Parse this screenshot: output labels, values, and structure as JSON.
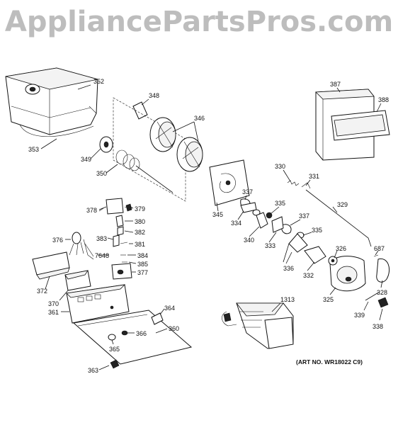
{
  "watermark": "AppliancePartsPros.com",
  "art_number": "(ART NO. WR18022 C9)",
  "parts": [
    {
      "id": "352",
      "label": "352"
    },
    {
      "id": "348",
      "label": "348"
    },
    {
      "id": "346",
      "label": "346"
    },
    {
      "id": "353",
      "label": "353"
    },
    {
      "id": "349",
      "label": "349"
    },
    {
      "id": "350",
      "label": "350"
    },
    {
      "id": "387",
      "label": "387"
    },
    {
      "id": "388",
      "label": "388"
    },
    {
      "id": "330",
      "label": "330"
    },
    {
      "id": "331",
      "label": "331"
    },
    {
      "id": "329",
      "label": "329"
    },
    {
      "id": "337a",
      "label": "337"
    },
    {
      "id": "335a",
      "label": "335"
    },
    {
      "id": "337b",
      "label": "337"
    },
    {
      "id": "335b",
      "label": "335"
    },
    {
      "id": "345",
      "label": "345"
    },
    {
      "id": "334",
      "label": "334"
    },
    {
      "id": "340",
      "label": "340"
    },
    {
      "id": "333",
      "label": "333"
    },
    {
      "id": "336",
      "label": "336"
    },
    {
      "id": "332",
      "label": "332"
    },
    {
      "id": "326",
      "label": "326"
    },
    {
      "id": "687",
      "label": "687"
    },
    {
      "id": "325",
      "label": "325"
    },
    {
      "id": "328",
      "label": "328"
    },
    {
      "id": "339",
      "label": "339"
    },
    {
      "id": "338",
      "label": "338"
    },
    {
      "id": "378",
      "label": "378"
    },
    {
      "id": "379",
      "label": "379"
    },
    {
      "id": "380",
      "label": "380"
    },
    {
      "id": "382",
      "label": "382"
    },
    {
      "id": "376",
      "label": "376"
    },
    {
      "id": "383",
      "label": "383"
    },
    {
      "id": "381",
      "label": "381"
    },
    {
      "id": "7648",
      "label": "7648"
    },
    {
      "id": "384",
      "label": "384"
    },
    {
      "id": "385",
      "label": "385"
    },
    {
      "id": "377",
      "label": "377"
    },
    {
      "id": "372",
      "label": "372"
    },
    {
      "id": "370",
      "label": "370"
    },
    {
      "id": "364",
      "label": "364"
    },
    {
      "id": "361",
      "label": "361"
    },
    {
      "id": "360",
      "label": "360"
    },
    {
      "id": "366",
      "label": "366"
    },
    {
      "id": "365",
      "label": "365"
    },
    {
      "id": "363",
      "label": "363"
    },
    {
      "id": "1313",
      "label": "1313"
    }
  ]
}
